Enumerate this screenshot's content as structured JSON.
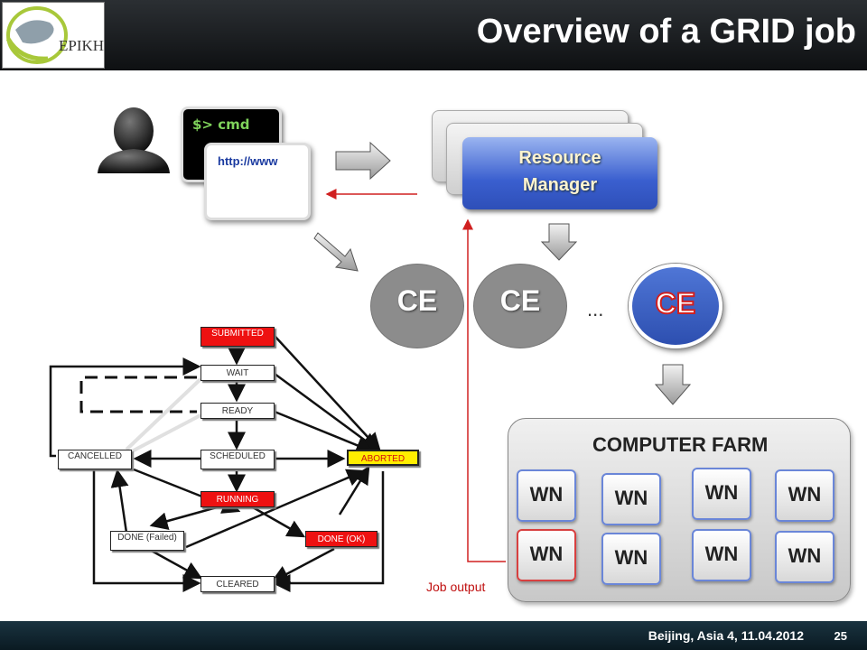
{
  "header": {
    "title": "Overview of a GRID job",
    "logo_text": "EPIKH"
  },
  "user": {
    "cmd_text": "$> cmd",
    "www_text": "http://www"
  },
  "resource_manager": {
    "line1": "Resource",
    "line2": "Manager"
  },
  "ce": {
    "label": "CE",
    "ellipsis": "..."
  },
  "farm": {
    "title": "COMPUTER FARM",
    "wn_label": "WN",
    "nodes": [
      "WN",
      "WN",
      "WN",
      "WN",
      "WN",
      "WN",
      "WN",
      "WN"
    ]
  },
  "job_output": "Job output",
  "states": {
    "submitted": "SUBMITTED",
    "wait": "WAIT",
    "ready": "READY",
    "cancelled": "CANCELLED",
    "scheduled": "SCHEDULED",
    "aborted": "ABORTED",
    "running": "RUNNING",
    "done_failed": "DONE (Failed)",
    "done_ok": "DONE (OK)",
    "cleared": "CLEARED"
  },
  "footer": {
    "location": "Beijing, Asia 4, 11.04.2012",
    "page": "25"
  },
  "colors": {
    "accent_blue": "#3a5fcf",
    "red": "#d02020",
    "header": "#1a1d20"
  }
}
